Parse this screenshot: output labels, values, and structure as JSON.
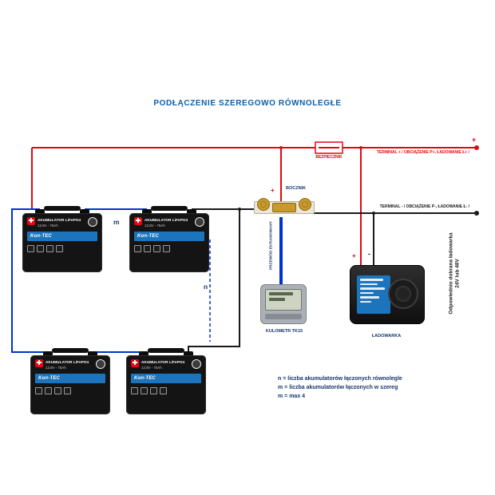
{
  "title": "PODŁĄCZENIE SZEREGOWO RÓWNOLEGŁE",
  "battery": {
    "name": "AKUMULATOR LiFePO4",
    "spec": "12.8V - 75Ah",
    "brand": "Kon-TEC"
  },
  "labels": {
    "fuse": "BEZPIECZNIK",
    "shunt": "BOCZNIK",
    "shielded_cable": "PRZEWÓD EKRANOWANY",
    "coulomb_meter": "KULOMETR TK15",
    "charger": "ŁADOWARKA",
    "terminal_plus": "TERMINAL + / OBCIĄŻENIE P+, ŁADOWANIE Ł+ /",
    "terminal_minus": "TERMINAL - / OBCIĄŻENIE P-, ŁADOWANIE Ł- /",
    "charger_note_line1": "Odpowiednio dobrana ładowarka",
    "charger_note_line2": "24V lub 48V",
    "series_count": "m",
    "parallel_count": "n",
    "plus": "+",
    "minus": "-"
  },
  "notes": {
    "line1": "n = liczba akumulatorów łączonych równolegle",
    "line2": "m = liczba akumulatorów łączonych w szereg",
    "line3": "m = max 4"
  },
  "colors": {
    "wire_red": "#e30613",
    "wire_blue": "#0033cc",
    "wire_black": "#1a1a1a",
    "title_blue": "#0e5fa8",
    "label_navy": "#16366b",
    "brand_blue": "#1c75bc",
    "shunt_gold": "#c9992b",
    "shunt_gold_dark": "#8a6a14",
    "lcd_green": "#cdd5c2"
  }
}
